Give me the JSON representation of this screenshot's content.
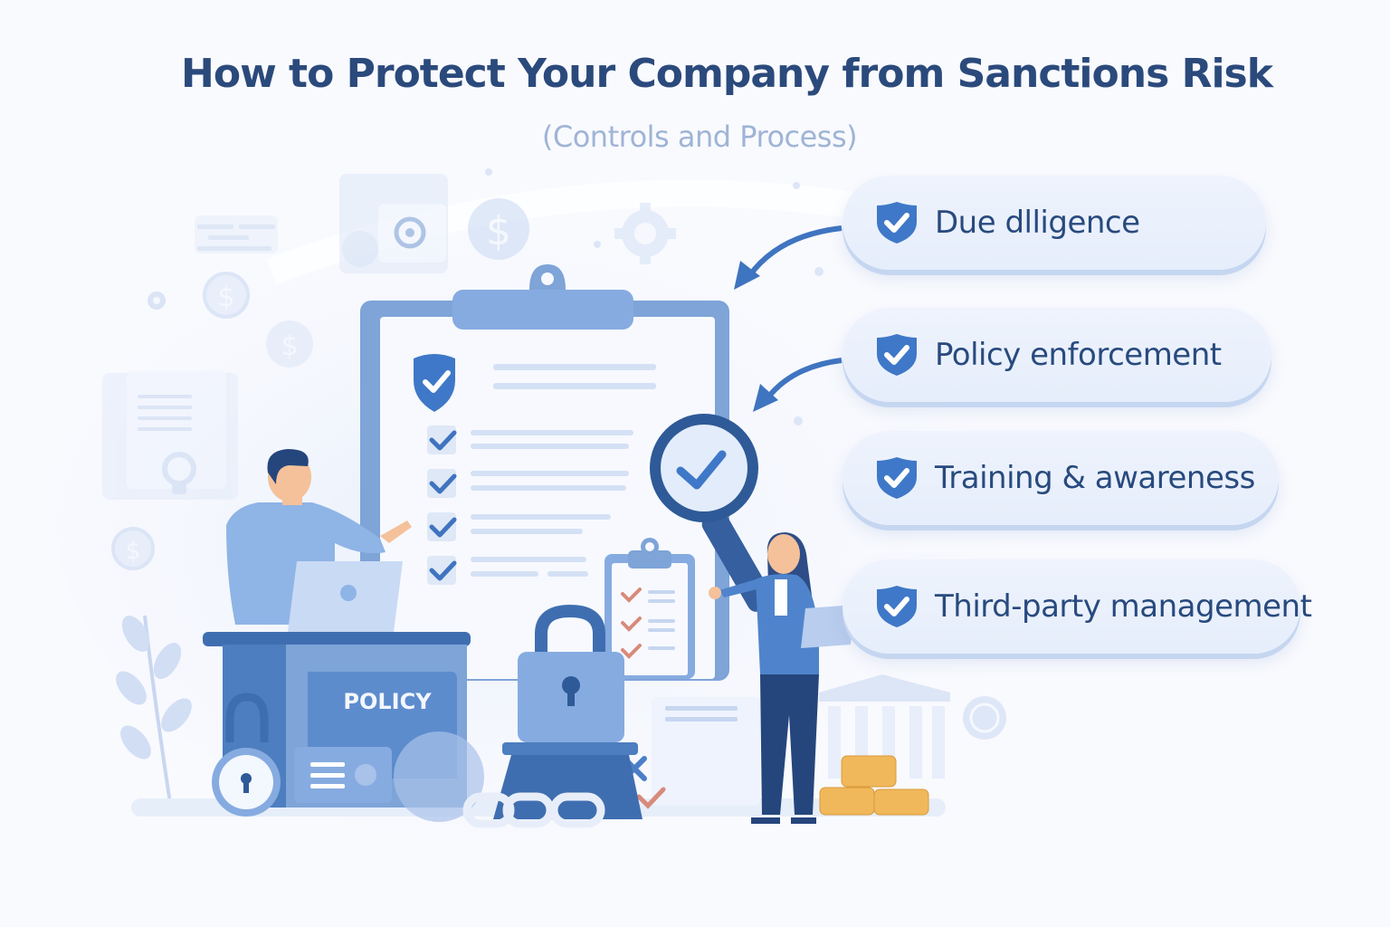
{
  "header": {
    "title": "How to Protect Your Company from Sanctions Risk",
    "subtitle": "(Controls and Process)"
  },
  "controls": [
    {
      "label": "Due dlligence",
      "icon": "shield-check-icon"
    },
    {
      "label": "Policy enforcement",
      "icon": "shield-check-icon"
    },
    {
      "label": "Training & awareness",
      "icon": "shield-check-icon"
    },
    {
      "label": "Third-party management",
      "icon": "shield-check-icon"
    }
  ],
  "illustration": {
    "desk_sign": "POLICY",
    "clipboard_checklist_items": 4,
    "small_clipboard_checks": 3
  },
  "colors": {
    "title": "#2b4a7c",
    "subtitle": "#9fb4d6",
    "accent_blue": "#4a7fc8",
    "dark_blue": "#2e5a98",
    "pill_bg": "#e9f0fc",
    "coin_gold": "#f0b85a",
    "check_red": "#d98a7a"
  }
}
